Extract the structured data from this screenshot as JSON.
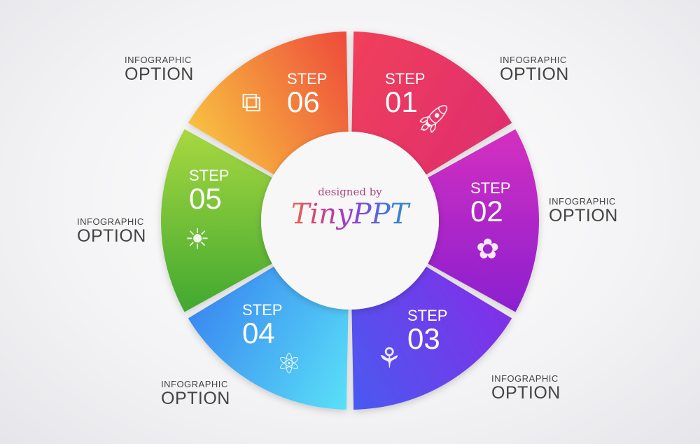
{
  "center_logo": {
    "tagline": "designed by",
    "brand": "TinyPPT"
  },
  "steps": [
    {
      "label": "STEP",
      "number": "01",
      "icon": "rocket-icon",
      "option_top": "INFOGRAPHIC",
      "option_bottom": "OPTION",
      "colors": [
        "#f0405a",
        "#e02e6e"
      ]
    },
    {
      "label": "STEP",
      "number": "02",
      "icon": "flower-pot-icon",
      "option_top": "INFOGRAPHIC",
      "option_bottom": "OPTION",
      "colors": [
        "#d530c0",
        "#8a1fd0"
      ]
    },
    {
      "label": "STEP",
      "number": "03",
      "icon": "succulent-plant-icon",
      "option_top": "INFOGRAPHIC",
      "option_bottom": "OPTION",
      "colors": [
        "#8030e8",
        "#4a5af0"
      ]
    },
    {
      "label": "STEP",
      "number": "04",
      "icon": "atom-icon",
      "option_top": "INFOGRAPHIC",
      "option_bottom": "OPTION",
      "colors": [
        "#5ae0f8",
        "#3a8af0"
      ]
    },
    {
      "label": "STEP",
      "number": "05",
      "icon": "lightbulb-gear-icon",
      "option_top": "INFOGRAPHIC",
      "option_bottom": "OPTION",
      "colors": [
        "#40a830",
        "#a8d840"
      ]
    },
    {
      "label": "STEP",
      "number": "06",
      "icon": "puzzle-icon",
      "option_top": "INFOGRAPHIC",
      "option_bottom": "OPTION",
      "colors": [
        "#f8c040",
        "#ee4a3a"
      ]
    }
  ]
}
